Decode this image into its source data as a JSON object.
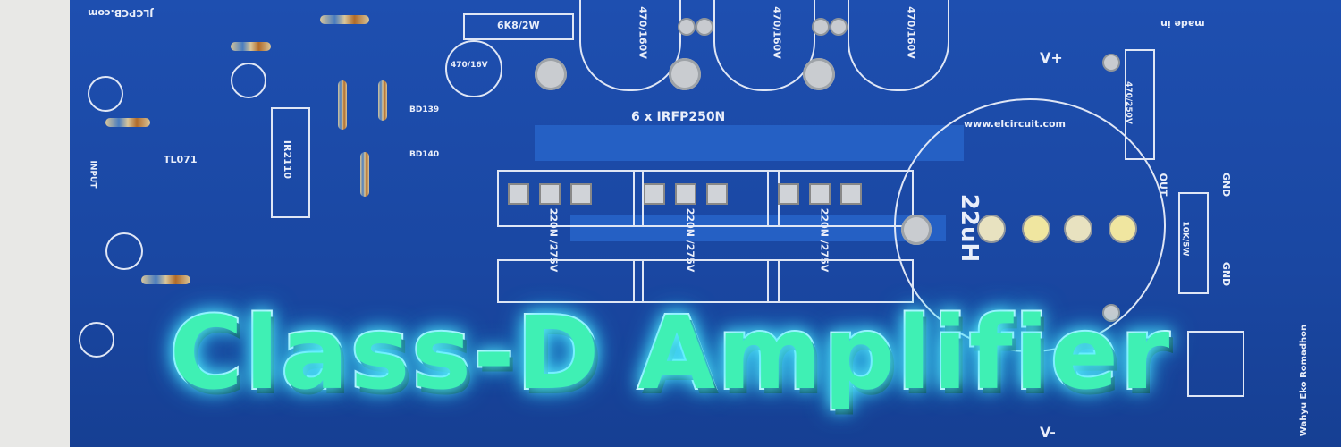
{
  "overlay_title": "Class-D Amplifier",
  "silkscreen": {
    "mosfets": "6 x IRFP250N",
    "website": "www.elcircuit.com",
    "inductor": "22uH",
    "fab": "JLCPCB.com",
    "author": "Wahyu Eko Romadhon",
    "made_in": "made in",
    "cap_main": "470/160V",
    "cap_film": "220N /275V",
    "resistor_6k8": "6K8/2W",
    "ic_driver": "IR2110",
    "ic_opamp": "TL071",
    "transistor_1": "BD139",
    "transistor_2": "BD140",
    "v_plus": "V+",
    "v_minus": "V-",
    "gnd": "GND",
    "out": "OUT",
    "input": "INPUT",
    "cap_small": "470/16V",
    "cap_470_250": "470/250V",
    "res_10k": "10K/5W"
  },
  "colors": {
    "board": "#1e4fb0",
    "title_fill": "#3ff0b4",
    "title_stroke": "#ffffff",
    "glow": "#5ff7ff"
  }
}
